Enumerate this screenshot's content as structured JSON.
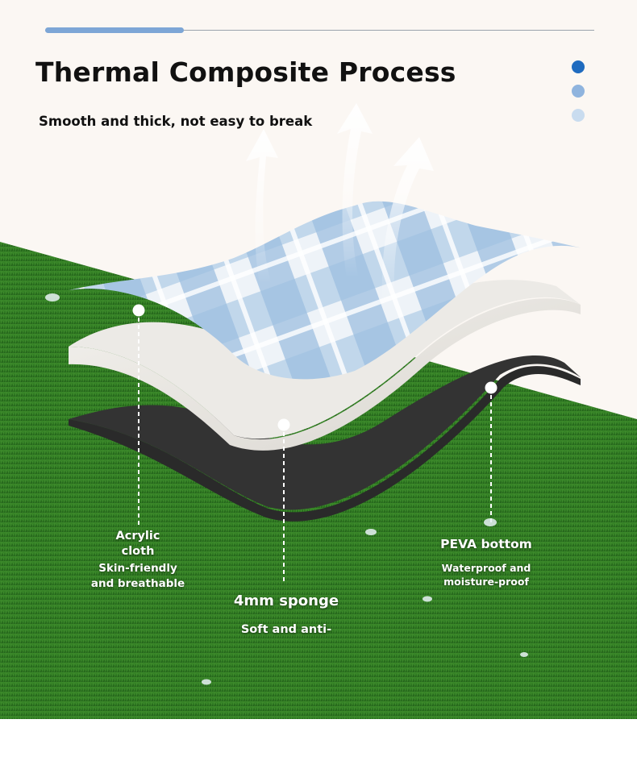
{
  "header": {
    "title": "Thermal Composite Process",
    "subtitle": "Smooth and thick, not easy to break"
  },
  "pagination": {
    "dot_colors": [
      "#1f6bbf",
      "#8fb4de",
      "#c9dcef"
    ]
  },
  "layers": [
    {
      "name": "Acrylic cloth",
      "line1": "Acrylic",
      "line2": "cloth",
      "desc1": "Skin-friendly",
      "desc2": "and breathable"
    },
    {
      "name": "4mm sponge",
      "line1": "4mm sponge",
      "desc1": "Soft and anti-"
    },
    {
      "name": "PEVA bottom",
      "line1": "PEVA bottom",
      "desc1": "Waterproof and",
      "desc2": "moisture-proof"
    }
  ],
  "colors": {
    "background": "#fbf7f3",
    "grass": "#2f7a23",
    "accent": "#7da6d6",
    "cloth_blue": "#9dbfe0",
    "sponge": "#e9e6e1",
    "peva": "#2a2a2a"
  }
}
